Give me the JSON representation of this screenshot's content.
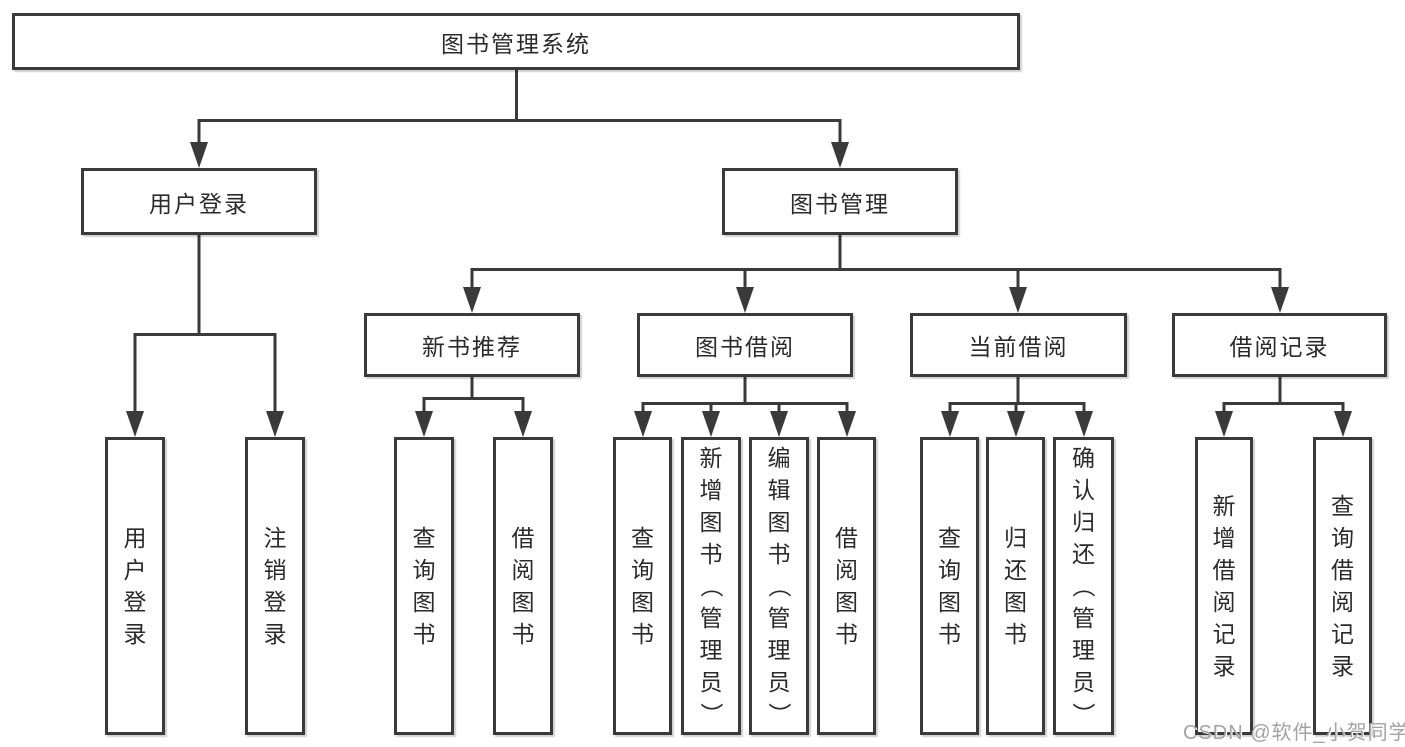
{
  "diagram": {
    "root": {
      "label": "图书管理系统"
    },
    "branches": [
      {
        "label": "用户登录",
        "children": [
          "用户登录",
          "注销登录"
        ]
      },
      {
        "label": "图书管理",
        "groups": [
          {
            "label": "新书推荐",
            "children": [
              "查询图书",
              "借阅图书"
            ]
          },
          {
            "label": "图书借阅",
            "children": [
              "查询图书",
              "新增图书（管理员）",
              "编辑图书（管理员）",
              "借阅图书"
            ]
          },
          {
            "label": "当前借阅",
            "children": [
              "查询图书",
              "归还图书",
              "确认归还（管理员）"
            ]
          },
          {
            "label": "借阅记录",
            "children": [
              "新增借阅记录",
              "查询借阅记录"
            ]
          }
        ]
      }
    ]
  },
  "watermark": {
    "text": "CSDN @软件_小贺同学"
  },
  "colors": {
    "line": "#3a3a3a",
    "box_border": "#3a3a3a",
    "text": "#2b2b2b",
    "watermark": "#a3a3a3",
    "background": "#ffffff"
  }
}
